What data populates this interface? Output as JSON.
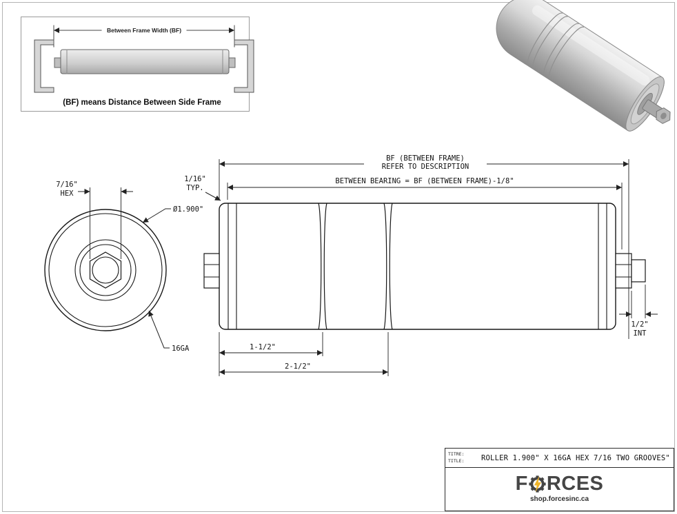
{
  "inset": {
    "dim_label": "Between Frame Width (BF)",
    "caption": "(BF) means Distance Between Side Frame"
  },
  "end_view": {
    "hex_size": "7/16\"",
    "hex_word": "HEX",
    "diameter": "Ø1.900\"",
    "gauge": "16GA"
  },
  "side_view": {
    "bf_line1": "BF (BETWEEN FRAME)",
    "bf_line2": "REFER TO DESCRIPTION",
    "between_bearing": "BETWEEN BEARING = BF (BETWEEN FRAME)-1/8\"",
    "typ_value": "1/16\"",
    "typ_word": "TYP.",
    "dim_groove1": "1-1/2\"",
    "dim_groove2": "2-1/2\"",
    "shaft_value": "1/2\"",
    "shaft_word": "INT"
  },
  "title_block": {
    "label_top": "TITRE:",
    "label_bottom": "TITLE:",
    "title": "ROLLER 1.900\" X 16GA HEX 7/16 TWO GROOVES\"",
    "brand_f": "F",
    "brand_rest": "RCES",
    "website": "shop.forcesinc.ca"
  }
}
